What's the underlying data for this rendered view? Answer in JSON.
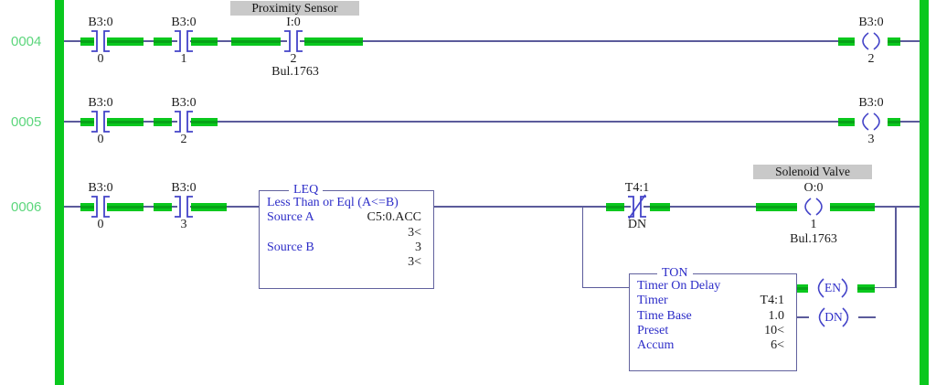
{
  "colors": {
    "energized_green": "#0AC81E",
    "rung_number_green": "#5CD67C",
    "wire_blue": "#5B5B9B",
    "symbol_blue": "#4343C8",
    "instruction_text_blue": "#2D2DC8",
    "address_text_black": "#1C1C1C",
    "description_label_gray": "#C9C9C9"
  },
  "rungs": [
    {
      "number": "0004",
      "contacts": [
        {
          "addr": "B3:0",
          "bit": "0"
        },
        {
          "addr": "B3:0",
          "bit": "1"
        },
        {
          "addr": "I:0",
          "bit": "2",
          "desc": "Proximity Sensor",
          "note": "Bul.1763"
        }
      ],
      "coil": {
        "addr": "B3:0",
        "bit": "2"
      }
    },
    {
      "number": "0005",
      "contacts": [
        {
          "addr": "B3:0",
          "bit": "0"
        },
        {
          "addr": "B3:0",
          "bit": "2"
        }
      ],
      "coil": {
        "addr": "B3:0",
        "bit": "3"
      }
    },
    {
      "number": "0006",
      "contacts": [
        {
          "addr": "B3:0",
          "bit": "0"
        },
        {
          "addr": "B3:0",
          "bit": "3"
        }
      ],
      "leq": {
        "title": "LEQ",
        "desc": "Less Than or Eql (A<=B)",
        "rows": [
          {
            "label": "Source A",
            "value": "C5:0.ACC"
          },
          {
            "label": "",
            "value": "3<"
          },
          {
            "label": "Source B",
            "value": "3"
          },
          {
            "label": "",
            "value": "3<"
          }
        ]
      },
      "timer_contact": {
        "addr": "T4:1",
        "bit": "DN"
      },
      "coil": {
        "addr": "O:0",
        "bit": "1",
        "desc": "Solenoid Valve",
        "note": "Bul.1763"
      },
      "ton": {
        "title": "TON",
        "desc": "Timer On Delay",
        "rows": [
          {
            "label": "Timer",
            "value": "T4:1"
          },
          {
            "label": "Time Base",
            "value": "1.0"
          },
          {
            "label": "Preset",
            "value": "10<"
          },
          {
            "label": "Accum",
            "value": "6<"
          }
        ],
        "en": "EN",
        "dn": "DN"
      }
    }
  ]
}
